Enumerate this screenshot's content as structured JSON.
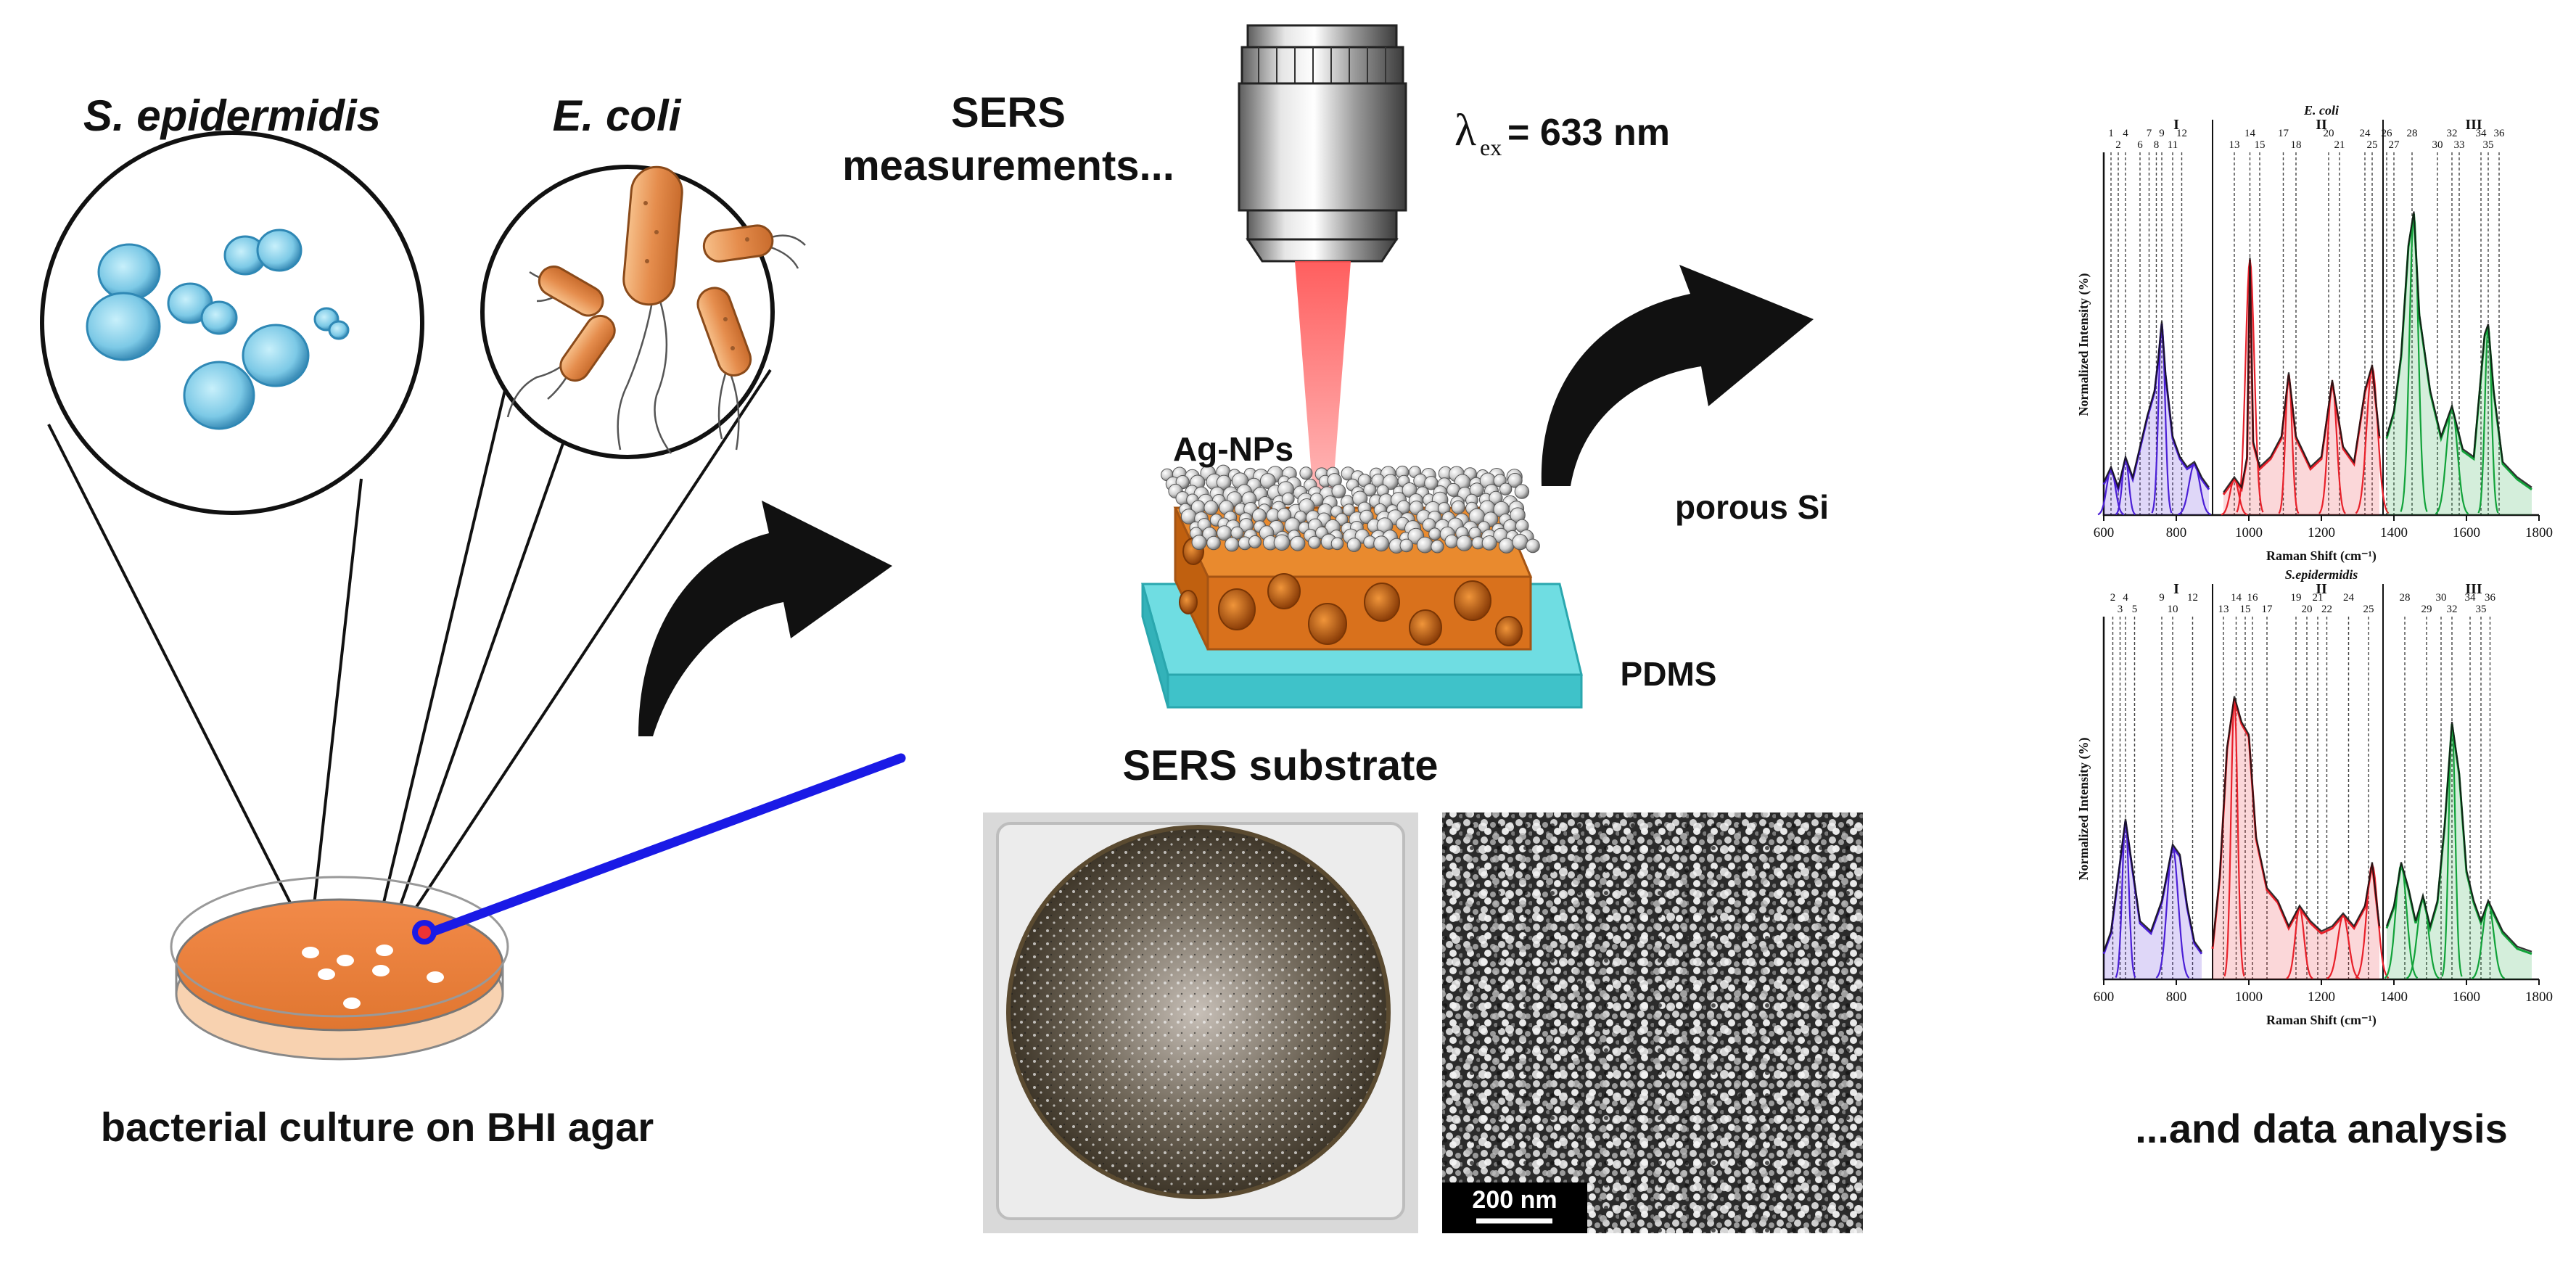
{
  "labels": {
    "s_epidermidis": "S. epidermidis",
    "e_coli": "E. coli",
    "sers_measurements_line1": "SERS",
    "sers_measurements_line2": "measurements...",
    "lambda_symbol": "λ",
    "lambda_sub": "ex",
    "lambda_value": "= 633 nm",
    "ag_nps": "Ag-NPs",
    "porous_si": "porous Si",
    "pdms": "PDMS",
    "sers_substrate": "SERS substrate",
    "culture": "bacterial culture on BHI agar",
    "data_analysis": "...and data analysis",
    "scale_bar": "200 nm"
  },
  "colors": {
    "bacteria_blue": "#8fd3ea",
    "bacteria_orange": "#e59a5c",
    "agar": "#f08a4b",
    "loop": "#1a1ae6",
    "laser": "#ff6f6f",
    "pdms": "#4fd0d6",
    "porous_si": "#d9711c",
    "band_I": "#4b1fd6",
    "band_II": "#e8202a",
    "band_III": "#12a33a"
  },
  "chart_data": [
    {
      "type": "line",
      "title": "E. coli",
      "xlabel": "Raman Shift (cm⁻¹)",
      "ylabel": "Normalized Intensity (%)",
      "xlim": [
        600,
        1800
      ],
      "x_ticks": [
        "600",
        "800",
        "1000",
        "1200",
        "1400",
        "1600",
        "1800"
      ],
      "regions": [
        "I",
        "II",
        "III"
      ],
      "band_numbers": [
        "1",
        "2",
        "4",
        "6",
        "7",
        "8",
        "9",
        "11",
        "12",
        "13",
        "14",
        "15",
        "17",
        "18",
        "20",
        "21",
        "24",
        "25",
        "26",
        "27",
        "28",
        "30",
        "32",
        "33",
        "34",
        "35",
        "36"
      ],
      "band_positions": [
        620,
        640,
        660,
        700,
        725,
        745,
        760,
        790,
        815,
        960,
        1003,
        1030,
        1095,
        1130,
        1220,
        1250,
        1320,
        1340,
        1380,
        1400,
        1450,
        1520,
        1560,
        1580,
        1640,
        1660,
        1690
      ],
      "series": [
        {
          "name": "I",
          "color": "#4b1fd6",
          "x": [
            600,
            620,
            640,
            660,
            680,
            700,
            720,
            740,
            750,
            760,
            770,
            790,
            810,
            830,
            850,
            870,
            890
          ],
          "y": [
            12,
            18,
            10,
            22,
            14,
            26,
            38,
            48,
            60,
            75,
            55,
            30,
            22,
            18,
            20,
            14,
            10
          ]
        },
        {
          "name": "II",
          "color": "#e8202a",
          "x": [
            930,
            960,
            980,
            995,
            1003,
            1012,
            1030,
            1060,
            1090,
            1110,
            1130,
            1170,
            1200,
            1230,
            1260,
            1290,
            1320,
            1340,
            1360
          ],
          "y": [
            8,
            14,
            10,
            22,
            100,
            28,
            18,
            22,
            30,
            55,
            30,
            18,
            22,
            52,
            26,
            20,
            48,
            58,
            30
          ]
        },
        {
          "name": "III",
          "color": "#12a33a",
          "x": [
            1380,
            1400,
            1420,
            1440,
            1455,
            1470,
            1500,
            1530,
            1560,
            1590,
            1620,
            1650,
            1660,
            1675,
            1700,
            1740,
            1780
          ],
          "y": [
            30,
            40,
            62,
            105,
            118,
            78,
            48,
            30,
            42,
            25,
            22,
            70,
            74,
            48,
            20,
            14,
            10
          ]
        }
      ]
    },
    {
      "type": "line",
      "title": "S.epidermidis",
      "xlabel": "Raman Shift (cm⁻¹)",
      "ylabel": "Normalized Intensity (%)",
      "xlim": [
        600,
        1800
      ],
      "x_ticks": [
        "600",
        "800",
        "1000",
        "1200",
        "1400",
        "1600",
        "1800"
      ],
      "regions": [
        "I",
        "II",
        "III"
      ],
      "band_numbers": [
        "2",
        "3",
        "4",
        "5",
        "9",
        "10",
        "12",
        "13",
        "14",
        "15",
        "16",
        "17",
        "19",
        "20",
        "21",
        "22",
        "24",
        "25",
        "28",
        "29",
        "30",
        "32",
        "34",
        "35",
        "36"
      ],
      "band_positions": [
        625,
        645,
        660,
        685,
        760,
        790,
        845,
        930,
        965,
        990,
        1010,
        1050,
        1130,
        1160,
        1190,
        1215,
        1275,
        1330,
        1430,
        1490,
        1530,
        1560,
        1610,
        1640,
        1665
      ],
      "series": [
        {
          "name": "I",
          "color": "#4b1fd6",
          "x": [
            600,
            620,
            640,
            660,
            680,
            700,
            730,
            760,
            790,
            810,
            830,
            850,
            870
          ],
          "y": [
            10,
            18,
            40,
            62,
            42,
            22,
            18,
            30,
            52,
            48,
            28,
            14,
            10
          ]
        },
        {
          "name": "II",
          "color": "#e8202a",
          "x": [
            900,
            920,
            940,
            960,
            980,
            1000,
            1020,
            1050,
            1080,
            1110,
            1140,
            1170,
            1200,
            1230,
            1260,
            1290,
            1320,
            1340,
            1360
          ],
          "y": [
            12,
            40,
            90,
            110,
            100,
            95,
            55,
            35,
            30,
            20,
            28,
            22,
            18,
            20,
            25,
            20,
            28,
            45,
            20
          ]
        },
        {
          "name": "III",
          "color": "#12a33a",
          "x": [
            1380,
            1400,
            1420,
            1440,
            1460,
            1480,
            1500,
            1520,
            1540,
            1560,
            1580,
            1600,
            1620,
            1640,
            1660,
            1700,
            1740,
            1780
          ],
          "y": [
            20,
            28,
            45,
            35,
            22,
            32,
            20,
            30,
            60,
            100,
            80,
            42,
            30,
            22,
            30,
            18,
            12,
            10
          ]
        }
      ]
    }
  ]
}
